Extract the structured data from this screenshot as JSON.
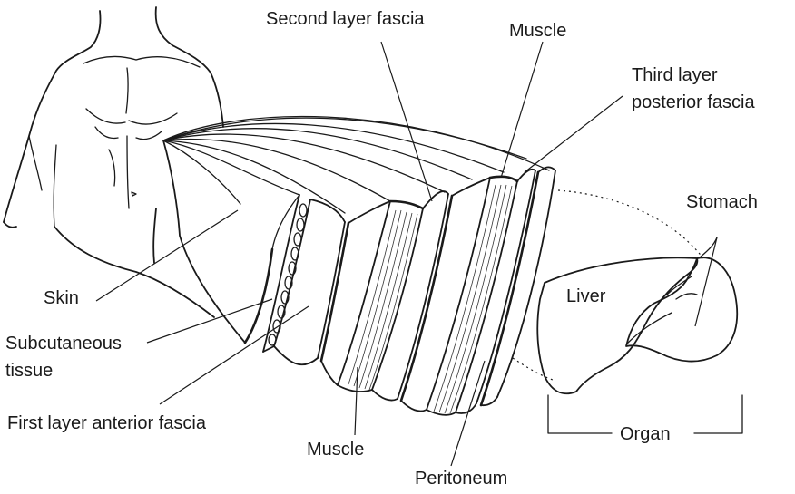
{
  "labels": {
    "second_layer_fascia": "Second layer fascia",
    "muscle_top": "Muscle",
    "third_layer_line1": "Third layer",
    "third_layer_line2": "posterior fascia",
    "stomach": "Stomach",
    "liver": "Liver",
    "skin": "Skin",
    "subcutaneous_line1": "Subcutaneous",
    "subcutaneous_line2": "tissue",
    "first_layer_anterior_fascia": "First layer anterior fascia",
    "muscle_bottom": "Muscle",
    "organ": "Organ",
    "peritoneum": "Peritoneum"
  },
  "colors": {
    "ink": "#1a1a1a",
    "background": "#ffffff"
  }
}
